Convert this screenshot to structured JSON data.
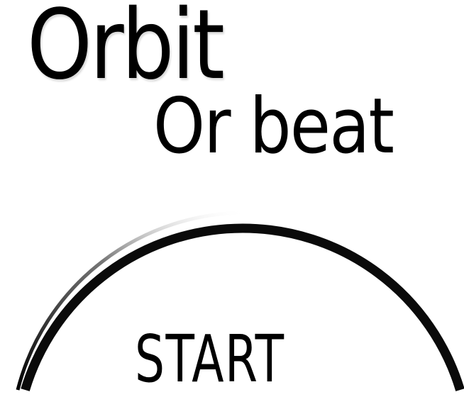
{
  "title": "Orbit",
  "subtitle": "Or beat",
  "start_label": "START",
  "colors": {
    "background": "#ffffff",
    "ring": "#0a0a0a",
    "text": "#000000"
  }
}
